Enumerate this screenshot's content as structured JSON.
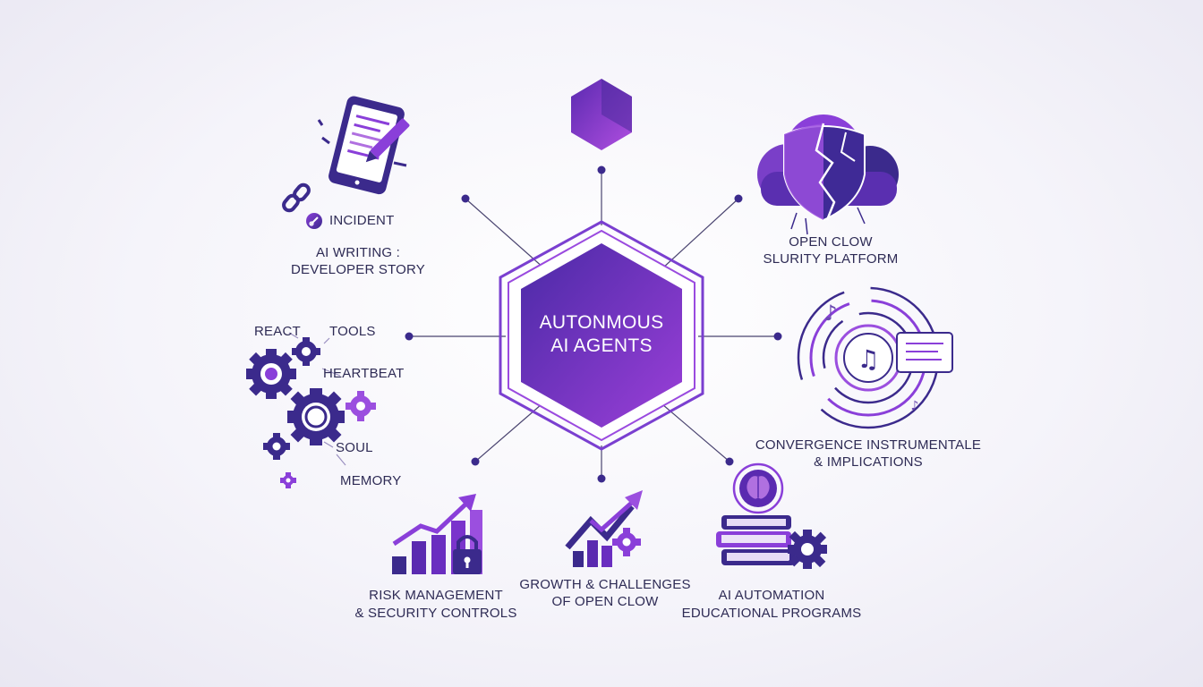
{
  "hub": {
    "line1": "AUTONMOUS",
    "line2": "AI AGENTS"
  },
  "nodes": {
    "top_left": {
      "badge": "INCIDENT",
      "line1": "AI WRITING :",
      "line2": "DEVELOPER STORY"
    },
    "top_right": {
      "line1": "OPEN CLOW",
      "line2": "SLURITY PLATFORM"
    },
    "left": {
      "react": "REACT",
      "tools": "TOOLS",
      "heartbeat": "HEARTBEAT",
      "soul": "SOUL",
      "memory": "MEMORY"
    },
    "right": {
      "line1": "CONVERGENCE INSTRUMENTALE",
      "line2": "& IMPLICATIONS"
    },
    "bottom_left": {
      "line1": "RISK MANAGEMENT",
      "line2": "& SECURITY CONTROLS"
    },
    "bottom_center": {
      "line1": "GROWTH & CHALLENGES",
      "line2": "OF OPEN CLOW"
    },
    "bottom_right": {
      "line1": "AI AUTOMATION",
      "line2": "EDUCATIONAL PROGRAMS"
    }
  },
  "colors": {
    "accent": "#8a3fd9",
    "dark": "#3b2a8c",
    "line": "#4a4470",
    "text": "#2e2b55"
  },
  "icons": [
    "writing-tablet-icon",
    "chain-link-icon",
    "cube-icon",
    "shield-cloud-icon",
    "gears-icon",
    "music-circle-icon",
    "bar-chart-lock-icon",
    "growth-chart-gear-icon",
    "books-brain-gear-icon"
  ]
}
